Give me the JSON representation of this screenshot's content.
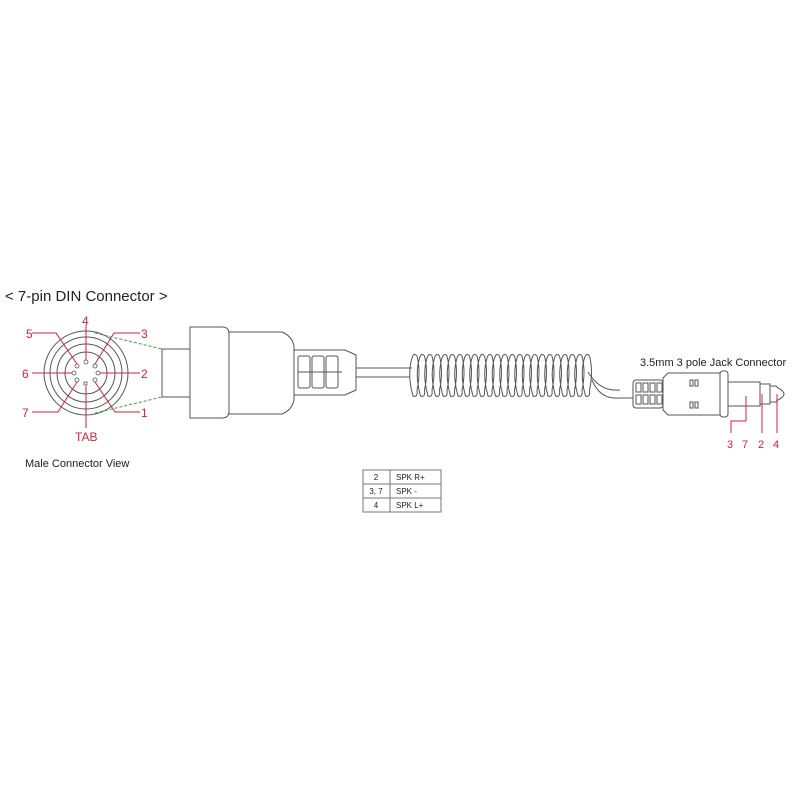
{
  "din": {
    "title": "< 7-pin DIN Connector >",
    "subtitle": "Male Connector View",
    "pins": {
      "p1": "1",
      "p2": "2",
      "p3": "3",
      "p4": "4",
      "p5": "5",
      "p6": "6",
      "p7": "7",
      "tab": "TAB"
    }
  },
  "jack": {
    "title": "3.5mm 3 pole Jack Connector",
    "labels": [
      "3",
      "7",
      "2",
      "4"
    ]
  },
  "table": {
    "rows": [
      {
        "pin": "2",
        "signal": "SPK R+"
      },
      {
        "pin": "3, 7",
        "signal": "SPK -"
      },
      {
        "pin": "4",
        "signal": "SPK L+"
      }
    ]
  },
  "colors": {
    "label": "#d3223f",
    "guide": "#3aa53a",
    "line": "#555555"
  }
}
